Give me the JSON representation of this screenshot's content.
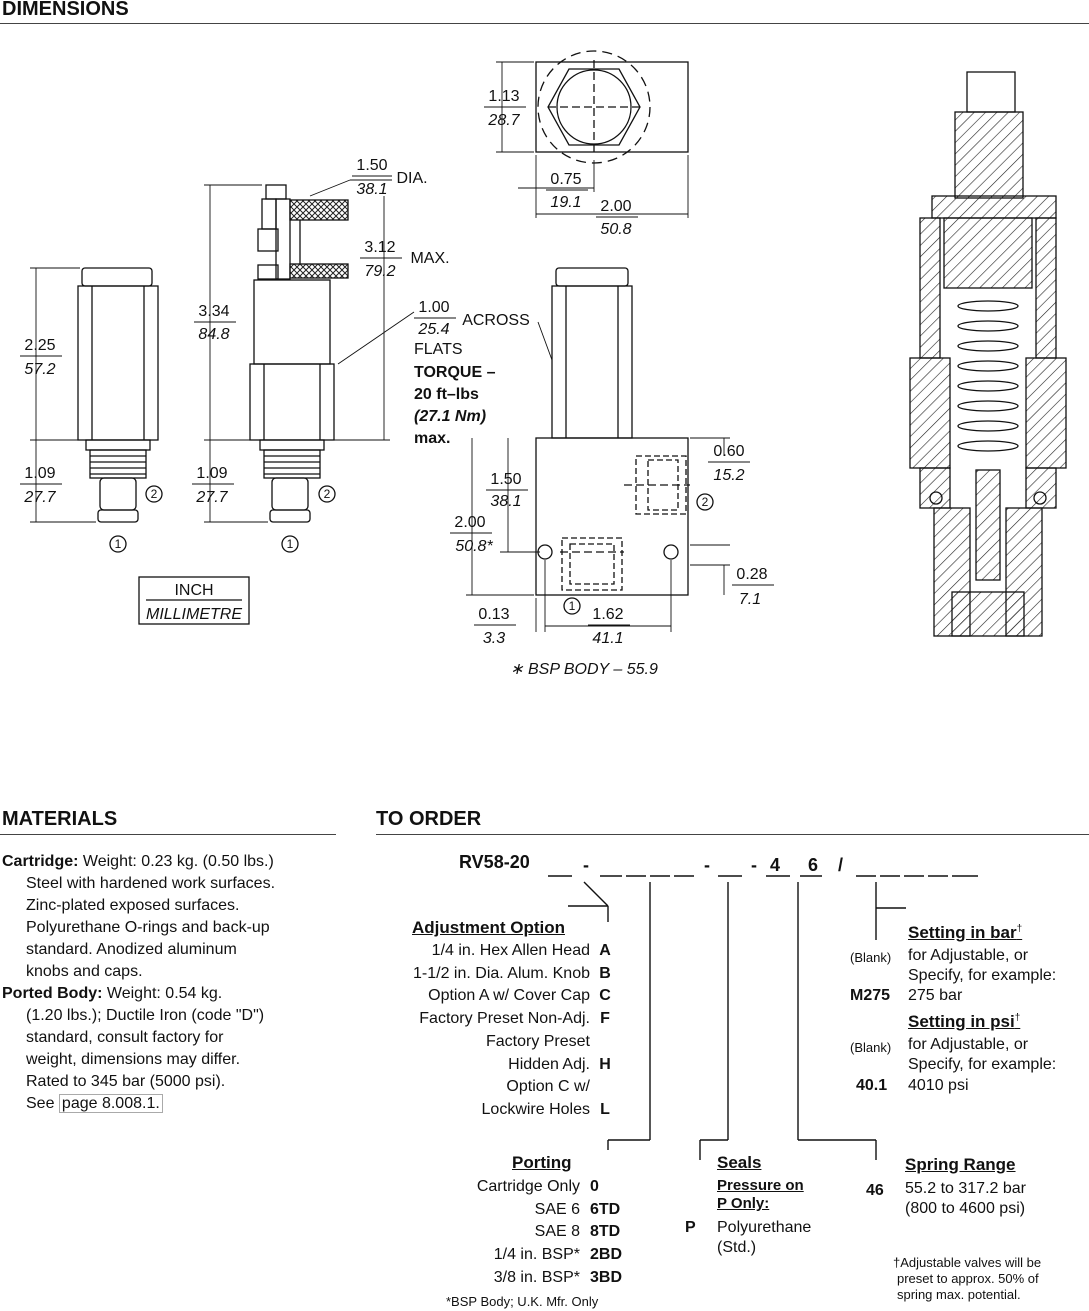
{
  "dimensions": {
    "heading": "DIMENSIONS",
    "cart_height_in": "2.25",
    "cart_height_mm": "57.2",
    "cart_low_in": "1.09",
    "cart_low_mm": "27.7",
    "total_in": "3.34",
    "total_mm": "84.8",
    "knob_dia_in": "1.50",
    "knob_dia_mm": "38.1",
    "knob_dia_suffix": "DIA.",
    "max_in": "3.12",
    "max_mm": "79.2",
    "max_suffix": "MAX.",
    "flats_in": "1.00",
    "flats_mm": "25.4",
    "flats_suffix": "ACROSS",
    "flats_line2": "FLATS",
    "torque_1": "TORQUE –",
    "torque_2": "20 ft–lbs",
    "torque_3": "(27.1 Nm)",
    "torque_4": "max.",
    "hex_in": "1.13",
    "hex_mm": "28.7",
    "top_w_in": "0.75",
    "top_w_mm": "19.1",
    "body_w_in": "2.00",
    "body_w_mm": "50.8",
    "p2_in": "0.60",
    "p2_mm": "15.2",
    "h150_in": "1.50",
    "h150_mm": "38.1",
    "h200_in": "2.00",
    "h200_mm": "50.8*",
    "mount_in": "0.28",
    "mount_mm": "7.1",
    "edge_in": "0.13",
    "edge_mm": "3.3",
    "port_in": "1.62",
    "port_mm": "41.1",
    "bsp_note": "∗ BSP BODY – 55.9",
    "legend_inch": "INCH",
    "legend_mm": "MILLIMETRE",
    "port1": "1",
    "port2": "2"
  },
  "materials": {
    "heading": "MATERIALS",
    "cart_label": "Cartridge:",
    "cart_text_1": "Weight: 0.23 kg. (0.50 lbs.)",
    "cart_lines": [
      "Steel with hardened work surfaces.",
      "Zinc-plated exposed surfaces.",
      "Polyurethane O-rings and back-up",
      "standard. Anodized aluminum",
      "knobs and caps."
    ],
    "body_label": "Ported Body:",
    "body_text_1": "Weight: 0.54 kg.",
    "body_lines": [
      "(1.20 lbs.); Ductile Iron (code \"D\")",
      "standard, consult factory for",
      "weight, dimensions may differ.",
      "Rated to 345 bar (5000 psi)."
    ],
    "see": "See ",
    "see_link": "page 8.008.1."
  },
  "order": {
    "heading": "TO ORDER",
    "model": "RV58-20",
    "adj": {
      "title": "Adjustment Option",
      "rows": [
        {
          "label": "1/4 in. Hex Allen Head",
          "code": "A"
        },
        {
          "label": "1-1/2 in. Dia. Alum. Knob",
          "code": "B"
        },
        {
          "label": "Option A w/ Cover Cap",
          "code": "C"
        },
        {
          "label": "Factory Preset Non-Adj.",
          "code": "F"
        },
        {
          "label": "Factory Preset",
          "code": ""
        },
        {
          "label": "Hidden Adj.",
          "code": "H"
        },
        {
          "label": "Option C w/",
          "code": ""
        },
        {
          "label": "Lockwire Holes",
          "code": "L"
        }
      ]
    },
    "bar": {
      "title": "Setting in bar",
      "mark": "†",
      "blank": "(Blank)",
      "line1": "for Adjustable, or",
      "line2": "Specify, for example:",
      "code": "M275",
      "value": "275 bar"
    },
    "psi": {
      "title": "Setting in psi",
      "mark": "†",
      "blank": "(Blank)",
      "line1": "for Adjustable, or",
      "line2": "Specify, for example:",
      "code": "40.1",
      "value": "4010 psi"
    },
    "porting": {
      "title": "Porting",
      "rows": [
        {
          "label": "Cartridge Only",
          "code": "0"
        },
        {
          "label": "SAE 6",
          "code": "6TD"
        },
        {
          "label": "SAE 8",
          "code": "8TD"
        },
        {
          "label": "1/4 in. BSP*",
          "code": "2BD"
        },
        {
          "label": "3/8 in. BSP*",
          "code": "3BD"
        }
      ],
      "note": "*BSP Body; U.K. Mfr. Only"
    },
    "seals": {
      "title": "Seals",
      "sub1": "Pressure on",
      "sub2": "P Only:",
      "code": "P",
      "value": "Polyurethane",
      "value2": "(Std.)"
    },
    "spring": {
      "title": "Spring Range",
      "code": "46",
      "value": "55.2 to 317.2 bar",
      "value2": "(800 to 4600 psi)"
    },
    "footnote": [
      "†Adjustable valves will be",
      "preset to approx. 50% of",
      "spring max. potential."
    ]
  }
}
